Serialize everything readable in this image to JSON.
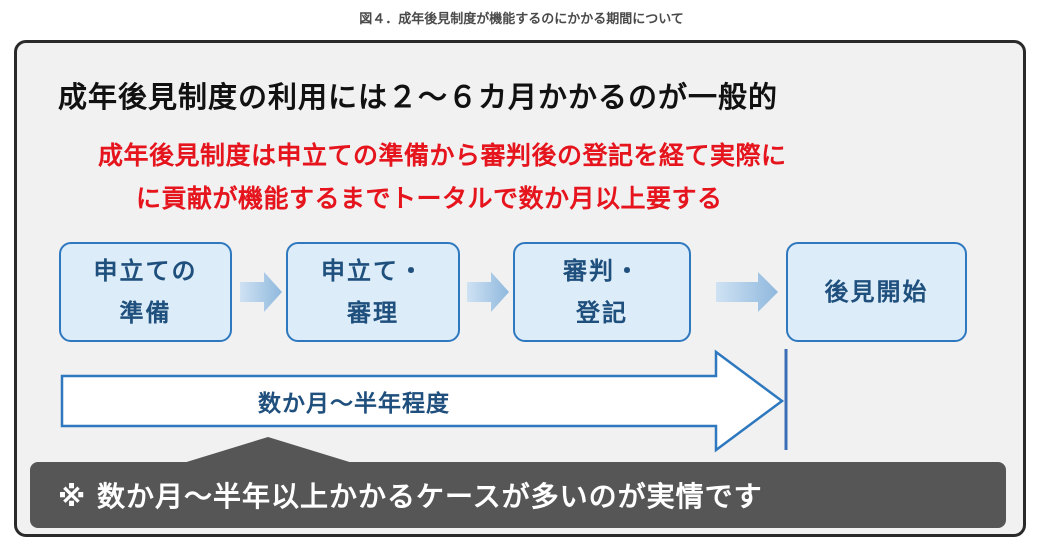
{
  "caption": "図４．成年後見制度が機能するのにかかる期間について",
  "heading": "成年後見制度の利用には２～６カ月かかるのが一般的",
  "subtext": {
    "line1": "成年後見制度は申立ての準備から審判後の登記を経て実際に",
    "line2": "に貢献が機能するまでトータルで数か月以上要する"
  },
  "steps": [
    {
      "line1": "申立ての",
      "line2": "準備"
    },
    {
      "line1": "申立て・",
      "line2": "審理"
    },
    {
      "line1": "審判・",
      "line2": "登記"
    },
    {
      "line1": "後見開始",
      "line2": ""
    }
  ],
  "duration_label": "数か月～半年程度",
  "note": "※ 数か月～半年以上かかるケースが多いのが実情です",
  "colors": {
    "accent_red": "#e5141d",
    "step_border": "#2e78bf",
    "step_fill": "#dcecf8",
    "step_text": "#1f4f7d",
    "note_bg": "#565656"
  }
}
